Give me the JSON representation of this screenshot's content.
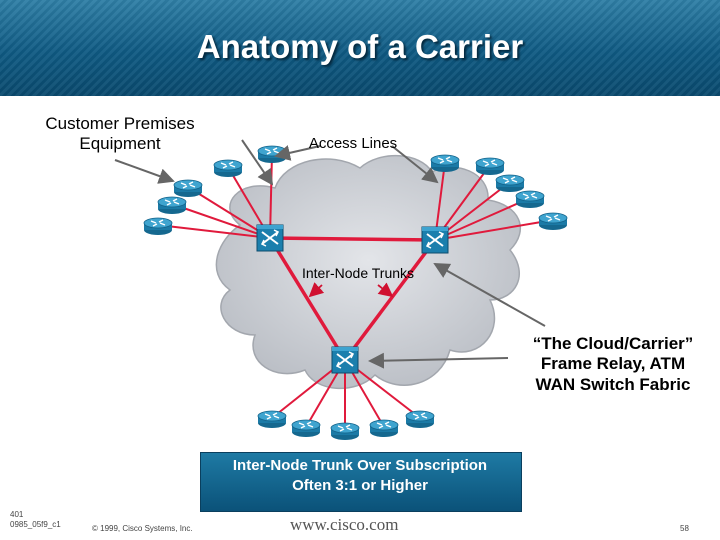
{
  "title": "Anatomy of a Carrier",
  "labels": {
    "customer_premises": "Customer Premises Equipment",
    "access_lines": "Access Lines",
    "inter_node_trunks": "Inter-Node Trunks",
    "cloud_line1": "“The Cloud/Carrier”",
    "cloud_line2": "Frame Relay, ATM",
    "cloud_line3": "WAN Switch Fabric"
  },
  "note": {
    "line1": "Inter-Node Trunk Over Subscription",
    "line2": "Often 3:1 or Higher"
  },
  "footer": {
    "code_line1": "401",
    "code_line2": "0985_05f9_c1",
    "copyright": "© 1999, Cisco Systems, Inc.",
    "url": "www.cisco.com",
    "page": "58"
  },
  "colors": {
    "title_bar": "#0f5a83",
    "cloud": "#c9ccd2",
    "access_line": "#e01a3c",
    "trunk": "#e01a3c",
    "router": "#2a8fb8",
    "switch": "#1b7fad"
  },
  "icons": {
    "router": "router-icon",
    "switch": "wan-switch-icon"
  }
}
